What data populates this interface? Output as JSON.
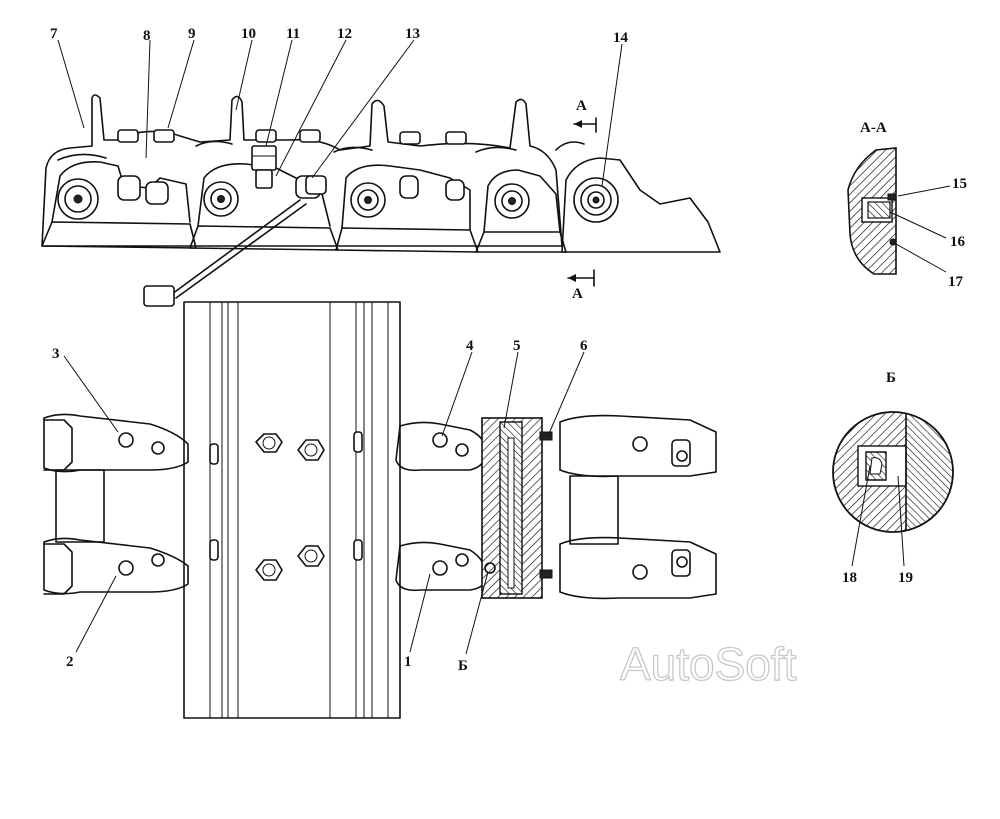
{
  "drawing": {
    "part_labels": [
      "1",
      "2",
      "3",
      "4",
      "5",
      "6",
      "7",
      "8",
      "9",
      "10",
      "11",
      "12",
      "13",
      "14",
      "15",
      "16",
      "17",
      "18",
      "19"
    ],
    "section_marks": {
      "cut_top": "А",
      "cut_bottom": "А",
      "detail_ref": "Б",
      "section_aa_title": "А-А",
      "detail_b_title": "Б"
    },
    "watermark": "AutoSoft"
  }
}
